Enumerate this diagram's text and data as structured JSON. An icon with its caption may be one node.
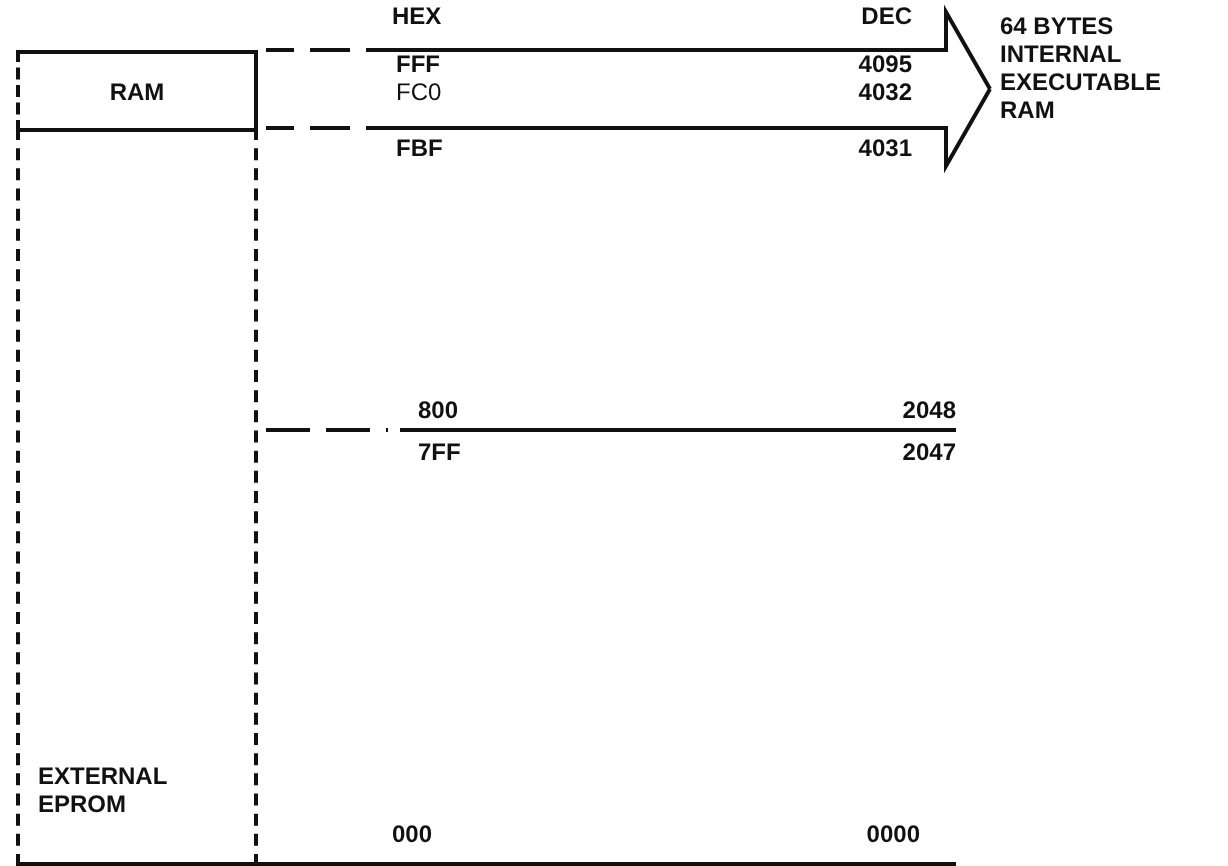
{
  "diagram": {
    "nodes": [
      {
        "text": [
          "RAM"
        ]
      },
      {
        "text": [
          "EXTERNAL EPROM"
        ]
      },
      {
        "text": [
          "64 BYTES INTERNAL EXECUTABLE RAM"
        ]
      }
    ],
    "edges": [
      {
        "from": 0,
        "to": 2,
        "arrow": "to"
      }
    ],
    "labels": [
      "HEX",
      "DEC",
      "FFF",
      "4095",
      "FC0",
      "4032",
      "FBF",
      "4031",
      "800",
      "2048",
      "7FF",
      "2047",
      "000",
      "0000"
    ]
  }
}
